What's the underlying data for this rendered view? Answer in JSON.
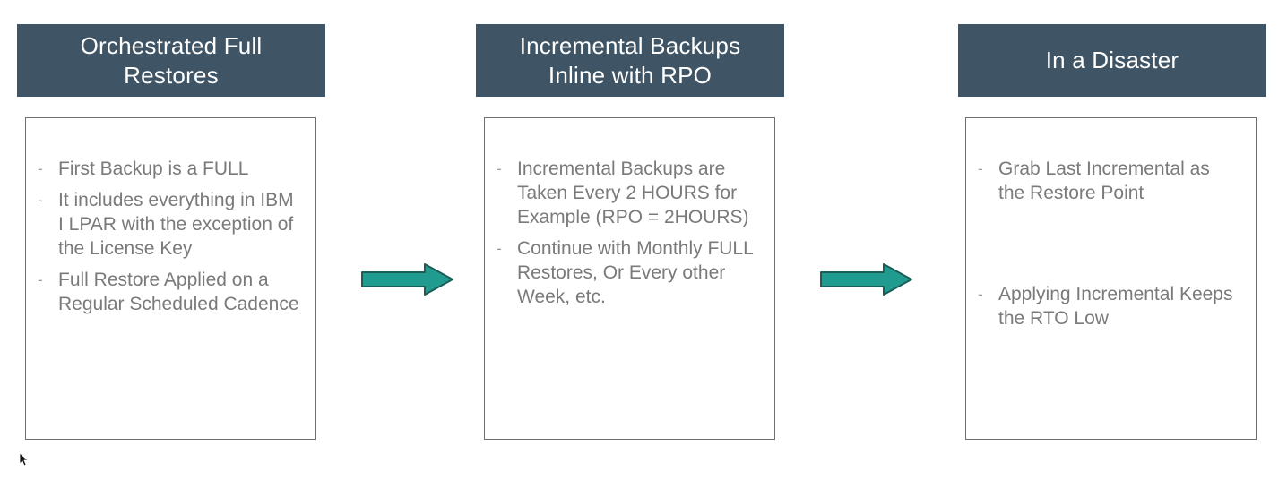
{
  "columns": [
    {
      "title": "Orchestrated Full Restores",
      "bullets": [
        "First Backup is a FULL",
        "It includes everything in IBM I LPAR with the exception of the License Key",
        "Full Restore Applied on a Regular Scheduled Cadence"
      ]
    },
    {
      "title": "Incremental Backups Inline with RPO",
      "bullets": [
        "Incremental Backups are Taken Every 2 HOURS for Example (RPO = 2HOURS)",
        "Continue with Monthly FULL Restores, Or Every other Week, etc."
      ]
    },
    {
      "title": "In a Disaster",
      "bullets": [
        "Grab Last Incremental as the Restore Point",
        "Applying Incremental Keeps the RTO Low"
      ]
    }
  ],
  "bullet_marker": "-",
  "colors": {
    "header_bg": "#3f5566",
    "arrow_fill": "#1f9c8f",
    "arrow_stroke": "#1b5e57"
  },
  "icons": {
    "arrow": "arrow-right-icon",
    "cursor": "mouse-pointer-icon"
  }
}
